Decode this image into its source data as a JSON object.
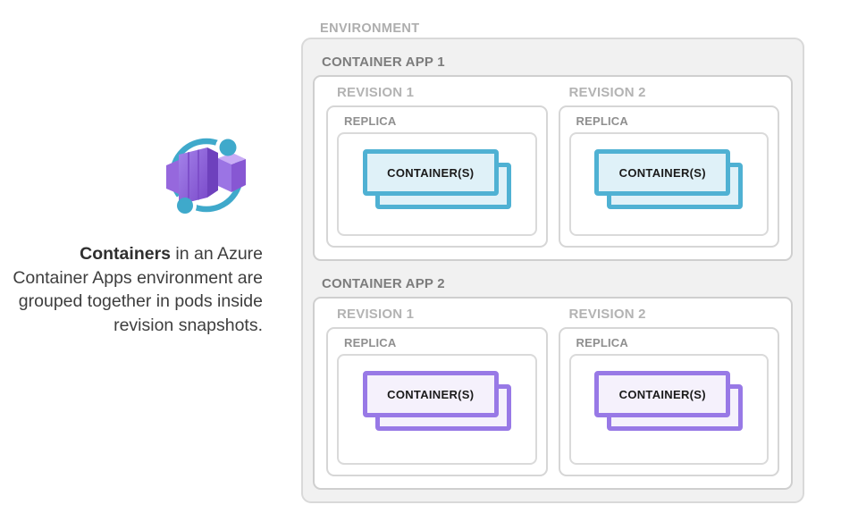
{
  "aside": {
    "icon": "azure-container-apps-icon",
    "caption_bold": "Containers",
    "caption_rest": " in an Azure Container Apps environment are grouped together in pods inside revision snapshots."
  },
  "colors": {
    "env_bg": "#f1f1f1",
    "env_border": "#d9d9d9",
    "teal_border": "#4fb1d3",
    "teal_fill": "#dff1f8",
    "purple_border": "#9879e6",
    "purple_fill": "#f5f1fc",
    "icon_ring": "#3fa9cb",
    "icon_cube": "#8b5bd6"
  },
  "diagram": {
    "environment_label": "ENVIRONMENT",
    "apps": [
      {
        "label": "CONTAINER APP 1",
        "accent": "teal",
        "revisions": [
          {
            "label": "REVISION 1",
            "replica_label": "REPLICA",
            "container_label": "CONTAINER(S)"
          },
          {
            "label": "REVISION 2",
            "replica_label": "REPLICA",
            "container_label": "CONTAINER(S)"
          }
        ]
      },
      {
        "label": "CONTAINER APP 2",
        "accent": "purple",
        "revisions": [
          {
            "label": "REVISION 1",
            "replica_label": "REPLICA",
            "container_label": "CONTAINER(S)"
          },
          {
            "label": "REVISION 2",
            "replica_label": "REPLICA",
            "container_label": "CONTAINER(S)"
          }
        ]
      }
    ]
  }
}
